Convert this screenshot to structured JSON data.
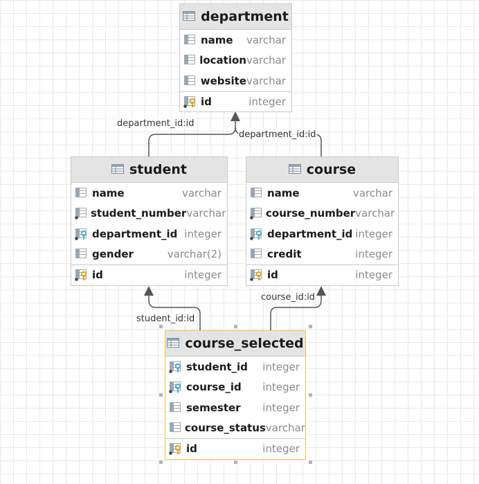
{
  "tables": {
    "department": {
      "name": "department",
      "columns": [
        {
          "name": "name",
          "type": "varchar",
          "kind": "column"
        },
        {
          "name": "location",
          "type": "varchar",
          "kind": "column"
        },
        {
          "name": "website",
          "type": "varchar",
          "kind": "column"
        }
      ],
      "pk": {
        "name": "id",
        "type": "integer"
      }
    },
    "student": {
      "name": "student",
      "columns": [
        {
          "name": "name",
          "type": "varchar",
          "kind": "column"
        },
        {
          "name": "student_number",
          "type": "varchar",
          "kind": "indexed"
        },
        {
          "name": "department_id",
          "type": "integer",
          "kind": "fk"
        },
        {
          "name": "gender",
          "type": "varchar(2)",
          "kind": "column"
        }
      ],
      "pk": {
        "name": "id",
        "type": "integer"
      }
    },
    "course": {
      "name": "course",
      "columns": [
        {
          "name": "name",
          "type": "varchar",
          "kind": "column"
        },
        {
          "name": "course_number",
          "type": "varchar",
          "kind": "indexed"
        },
        {
          "name": "department_id",
          "type": "integer",
          "kind": "fk"
        },
        {
          "name": "credit",
          "type": "integer",
          "kind": "column"
        }
      ],
      "pk": {
        "name": "id",
        "type": "integer"
      }
    },
    "course_selected": {
      "name": "course_selected",
      "columns": [
        {
          "name": "student_id",
          "type": "integer",
          "kind": "fk"
        },
        {
          "name": "course_id",
          "type": "integer",
          "kind": "fk"
        },
        {
          "name": "semester",
          "type": "integer",
          "kind": "column"
        },
        {
          "name": "course_status",
          "type": "varchar",
          "kind": "column"
        }
      ],
      "pk": {
        "name": "id",
        "type": "integer"
      }
    }
  },
  "relations": {
    "student_department": "department_id:id",
    "course_department": "department_id:id",
    "selected_student": "student_id:id",
    "selected_course": "course_id:id"
  },
  "colors": {
    "header_bg": "#e4e4e4",
    "border": "#c9c9c9",
    "selected_border": "#f2c341",
    "type_text": "#8a8a8a",
    "fk_key": "#4ab0d6",
    "pk_key": "#e6a420"
  }
}
